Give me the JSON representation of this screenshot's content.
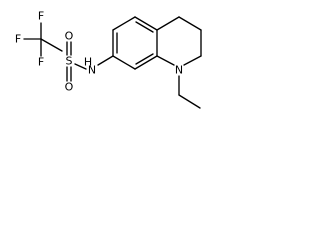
{
  "structure": {
    "atoms": {
      "f_top": "F",
      "f_left": "F",
      "f_bottom": "F",
      "sulfur": "S",
      "oxygen_top": "O",
      "oxygen_bottom": "O",
      "amide_nitrogen": "N",
      "amide_hydrogen": "H",
      "ring_nitrogen": "N"
    }
  }
}
